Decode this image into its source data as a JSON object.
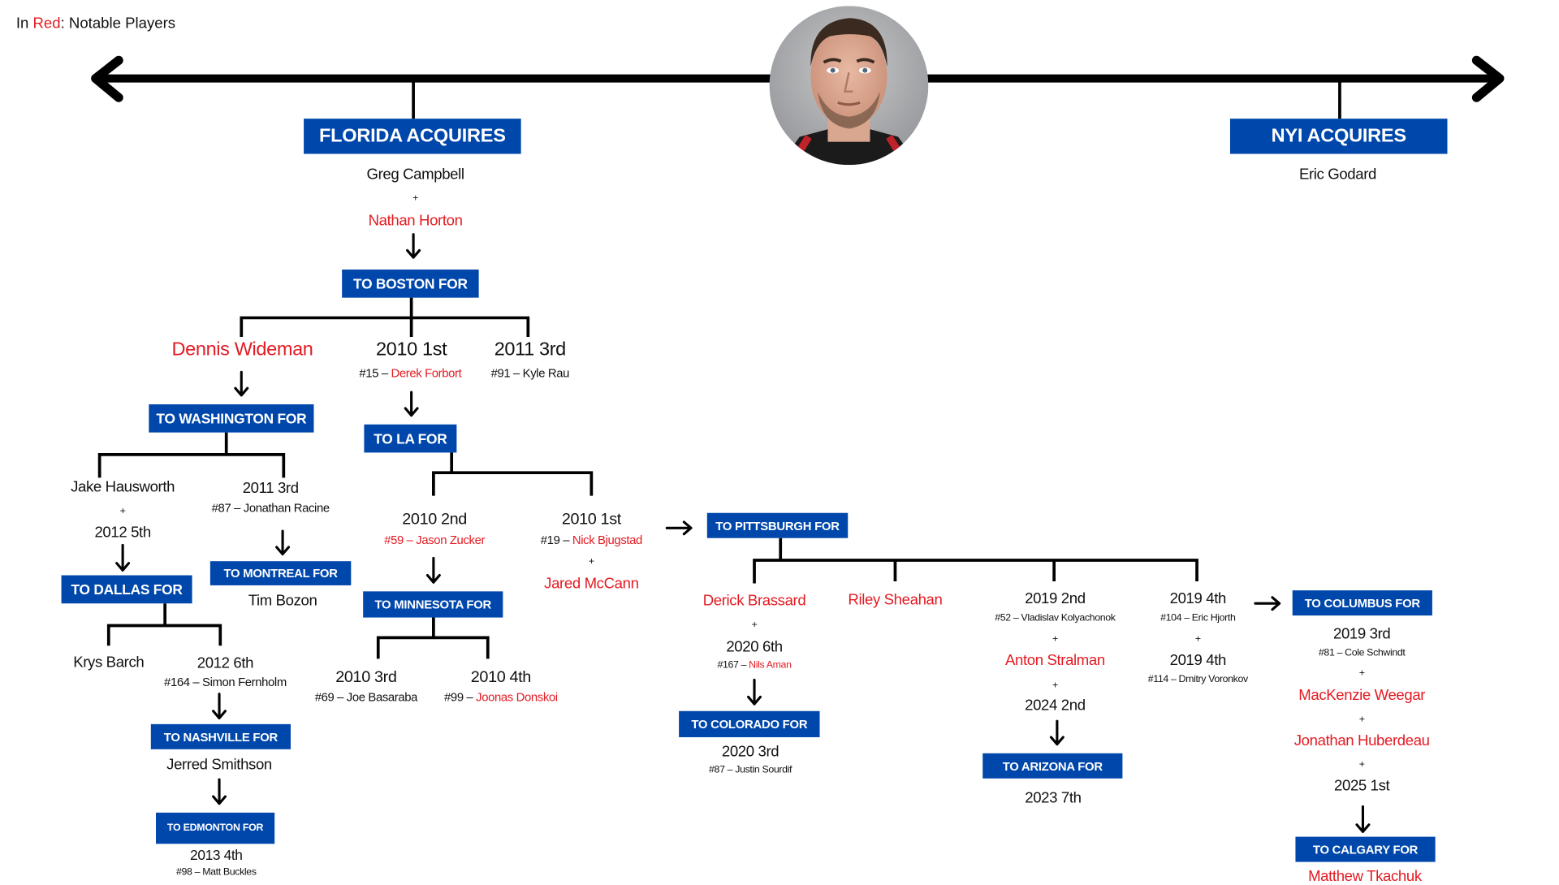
{
  "colors": {
    "box_blue": "#0047ab",
    "notable_red": "#e31b23",
    "line": "#000000"
  },
  "legend": {
    "prefix": "In ",
    "red_word": "Red",
    "suffix": ": Notable Players"
  },
  "plus": "+",
  "florida": {
    "header": "FLORIDA ACQUIRES",
    "players": [
      "Greg Campbell",
      "Nathan Horton"
    ]
  },
  "nyi": {
    "header": "NYI ACQUIRES",
    "players": [
      "Eric Godard"
    ]
  },
  "boston": {
    "header": "TO BOSTON FOR",
    "items": [
      {
        "name": "Dennis Wideman"
      },
      {
        "name": "2010 1st",
        "pick_no": "#15 – ",
        "pick_player": "Derek Forbort"
      },
      {
        "name": "2011 3rd",
        "pick": "#91 – Kyle Rau"
      }
    ]
  },
  "washington": {
    "header": "TO WASHINGTON FOR",
    "items": [
      {
        "name": "Jake Hausworth",
        "extra": "2012 5th"
      },
      {
        "name": "2011 3rd",
        "pick": "#87 – Jonathan Racine"
      }
    ]
  },
  "montreal": {
    "header": "TO MONTREAL FOR",
    "items": [
      "Tim Bozon"
    ]
  },
  "dallas": {
    "header": "TO DALLAS FOR",
    "items": [
      {
        "name": "Krys Barch"
      },
      {
        "name": "2012 6th",
        "pick": "#164 – Simon Fernholm"
      }
    ]
  },
  "nashville": {
    "header": "TO NASHVILLE FOR",
    "items": [
      "Jerred Smithson"
    ]
  },
  "edmonton": {
    "header": "TO EDMONTON FOR",
    "items": [
      {
        "name": "2013 4th",
        "pick": "#98 – Matt Buckles"
      }
    ]
  },
  "la": {
    "header": "TO LA FOR",
    "items": [
      {
        "name": "2010 2nd",
        "pick": "#59 – Jason Zucker"
      },
      {
        "name": "2010 1st",
        "pick_no": "#19 – ",
        "pick_player": "Nick Bjugstad",
        "extra": "Jared McCann"
      }
    ]
  },
  "minnesota": {
    "header": "TO MINNESOTA FOR",
    "items": [
      {
        "name": "2010 3rd",
        "pick": "#69 – Joe Basaraba"
      },
      {
        "name": "2010 4th",
        "pick_no": "#99 – ",
        "pick_player": "Joonas Donskoi"
      }
    ]
  },
  "pittsburgh": {
    "header": "TO PITTSBURGH FOR",
    "items": [
      {
        "name": "Derick Brassard",
        "extra": "2020 6th",
        "pick_no": "#167 – ",
        "pick_player": "Nils Aman"
      },
      {
        "name": "Riley Sheahan"
      },
      {
        "name": "2019 2nd",
        "pick": "#52 – Vladislav Kolyachonok",
        "extra": "Anton Stralman",
        "extra2": "2024 2nd"
      },
      {
        "name": "2019 4th",
        "pick": "#104 – Eric Hjorth",
        "extra": "2019 4th",
        "pick2": "#114 – Dmitry Voronkov"
      }
    ]
  },
  "colorado": {
    "header": "TO COLORADO FOR",
    "items": [
      {
        "name": "2020 3rd",
        "pick": "#87 – Justin Sourdif"
      }
    ]
  },
  "arizona": {
    "header": "TO ARIZONA FOR",
    "items": [
      "2023 7th"
    ]
  },
  "columbus": {
    "header": "TO COLUMBUS FOR",
    "items": [
      {
        "name": "2019 3rd",
        "pick": "#81 – Cole Schwindt"
      },
      "MacKenzie Weegar",
      "Jonathan Huberdeau",
      "2025 1st"
    ]
  },
  "calgary": {
    "header": "TO CALGARY FOR",
    "items": [
      "Matthew Tkachuk"
    ]
  }
}
